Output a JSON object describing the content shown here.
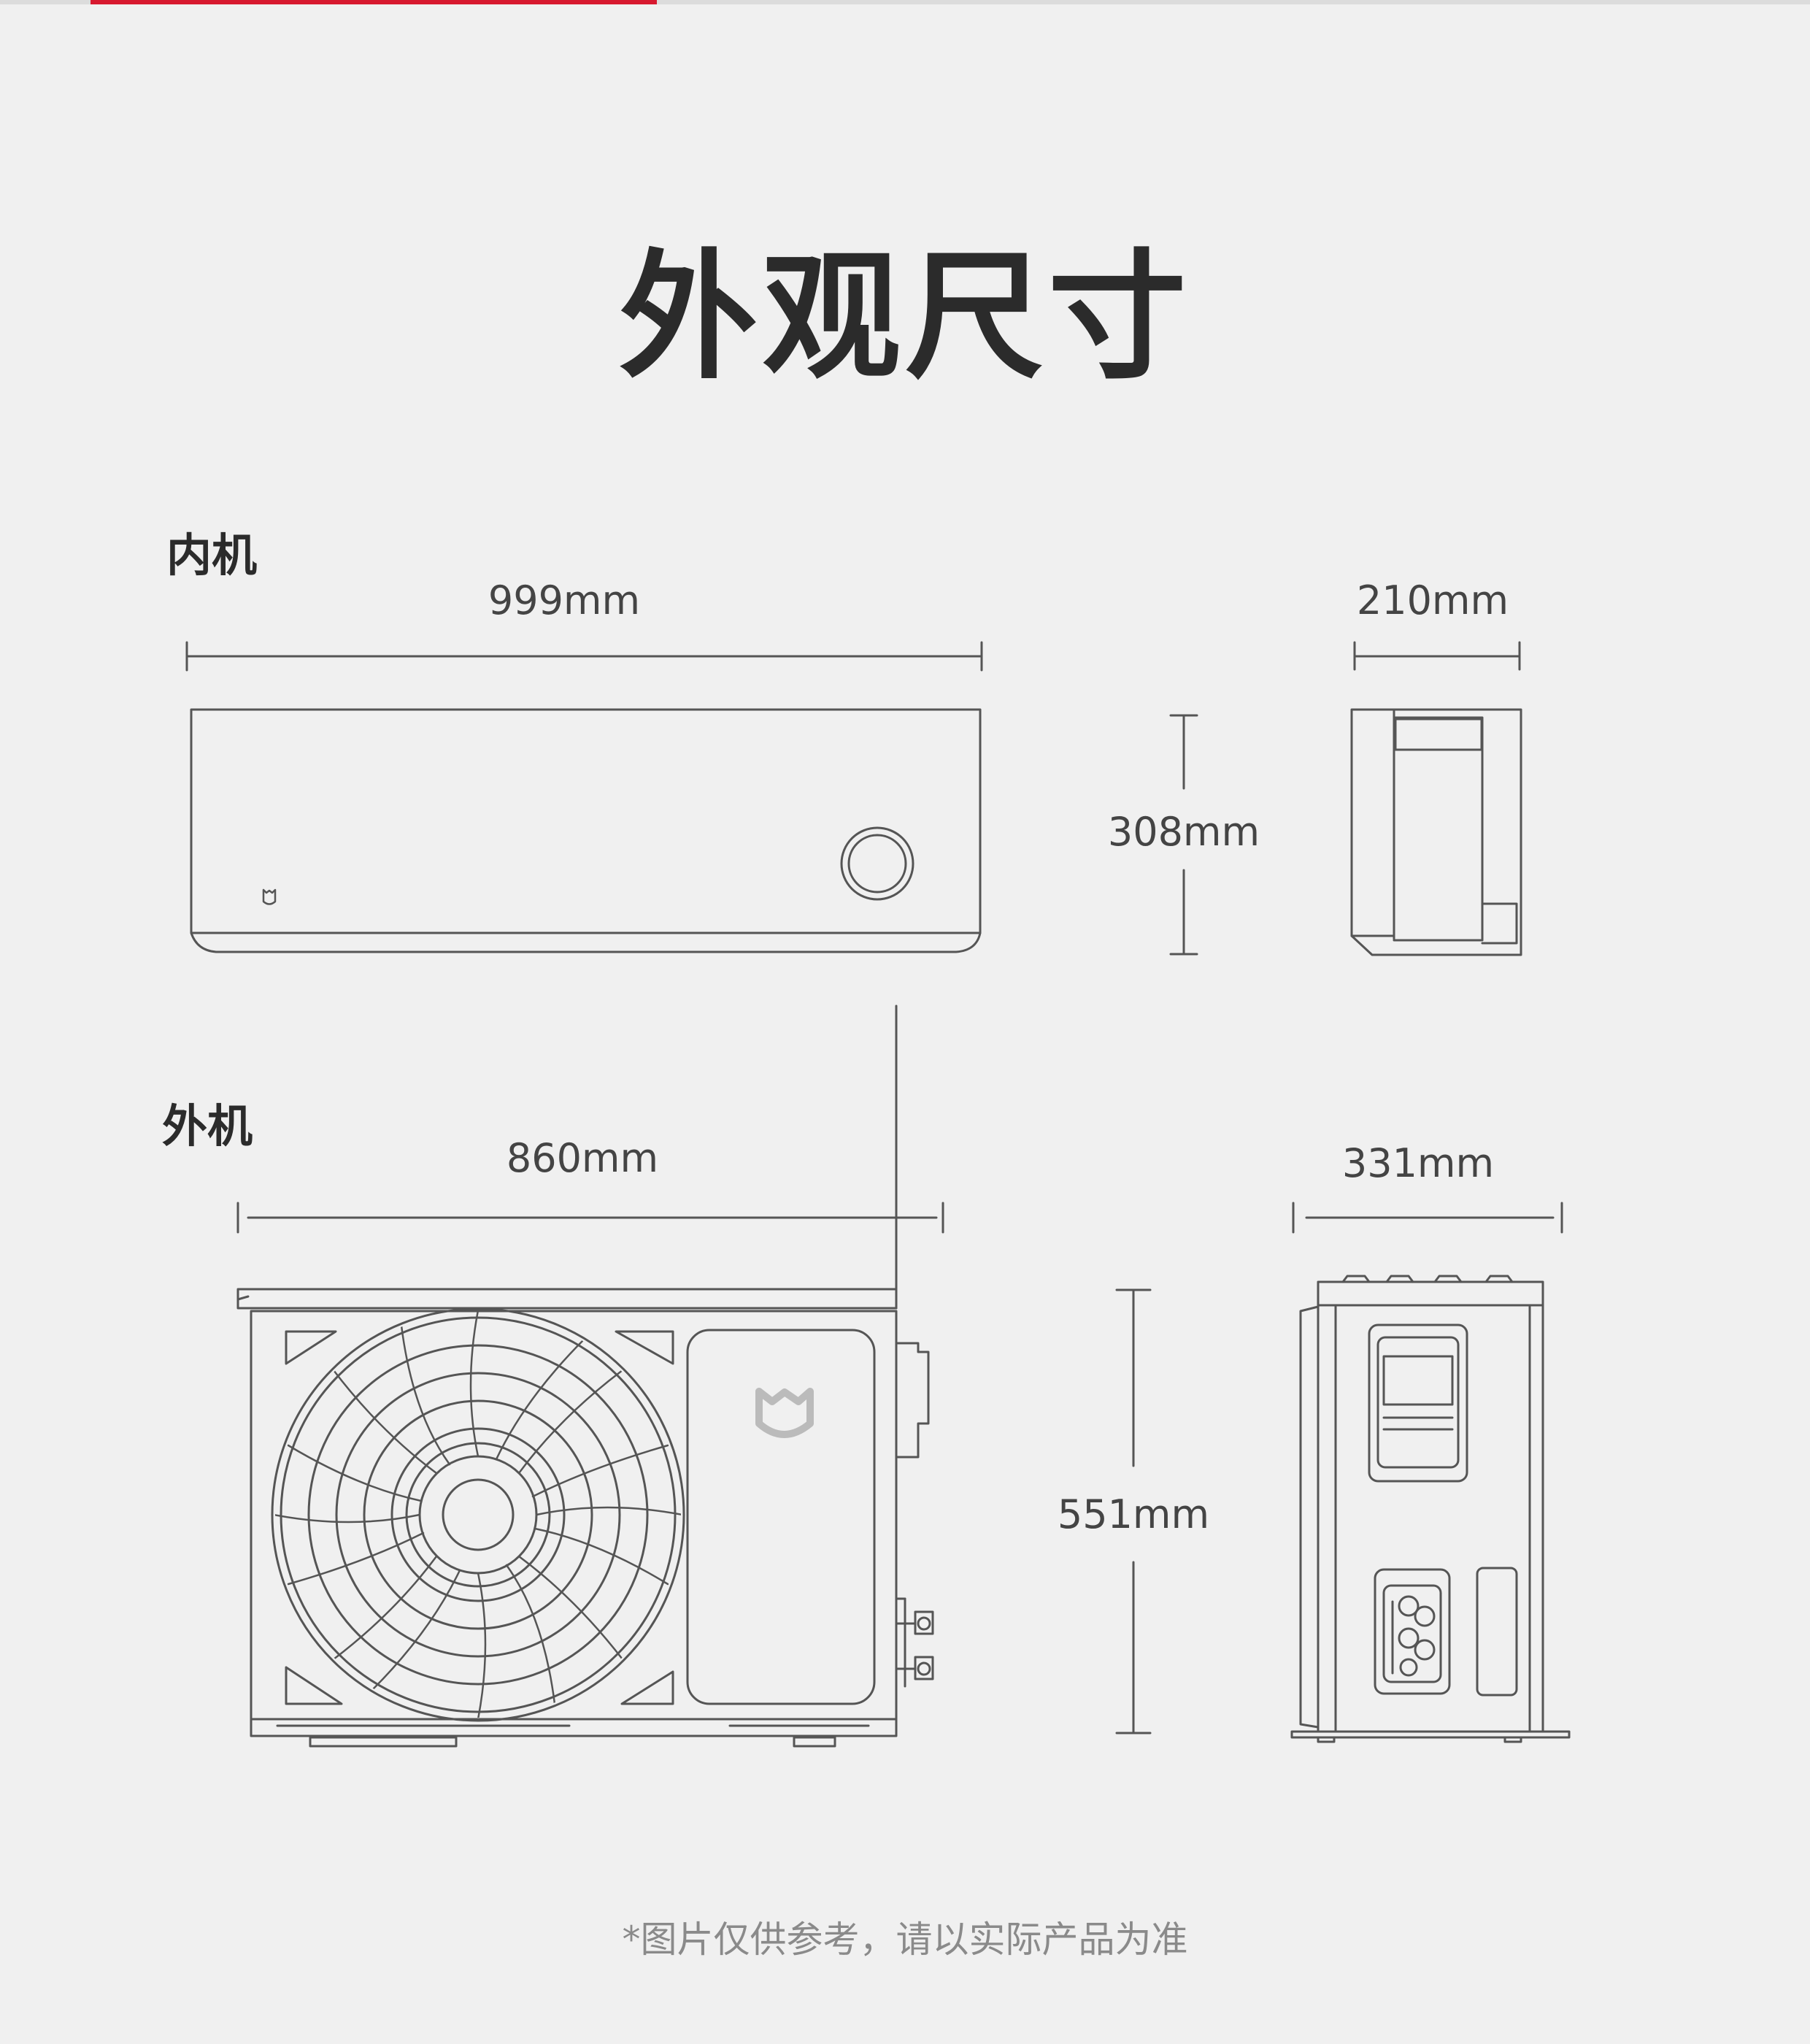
{
  "page": {
    "title": "外观尺寸",
    "note": "*图片仅供参考，请以实际产品为准",
    "accent_color": "#d7192f",
    "line_color": "#555555",
    "background": "#f0f0f0"
  },
  "indoor_unit": {
    "label": "内机",
    "width": "999mm",
    "depth": "210mm",
    "height": "308mm"
  },
  "outdoor_unit": {
    "label": "外机",
    "width": "860mm",
    "depth": "331mm",
    "height": "551mm"
  },
  "icons": [
    "mijia-logo-icon",
    "control-knob-icon",
    "fan-grille-icon",
    "pipe-valve-icon"
  ]
}
